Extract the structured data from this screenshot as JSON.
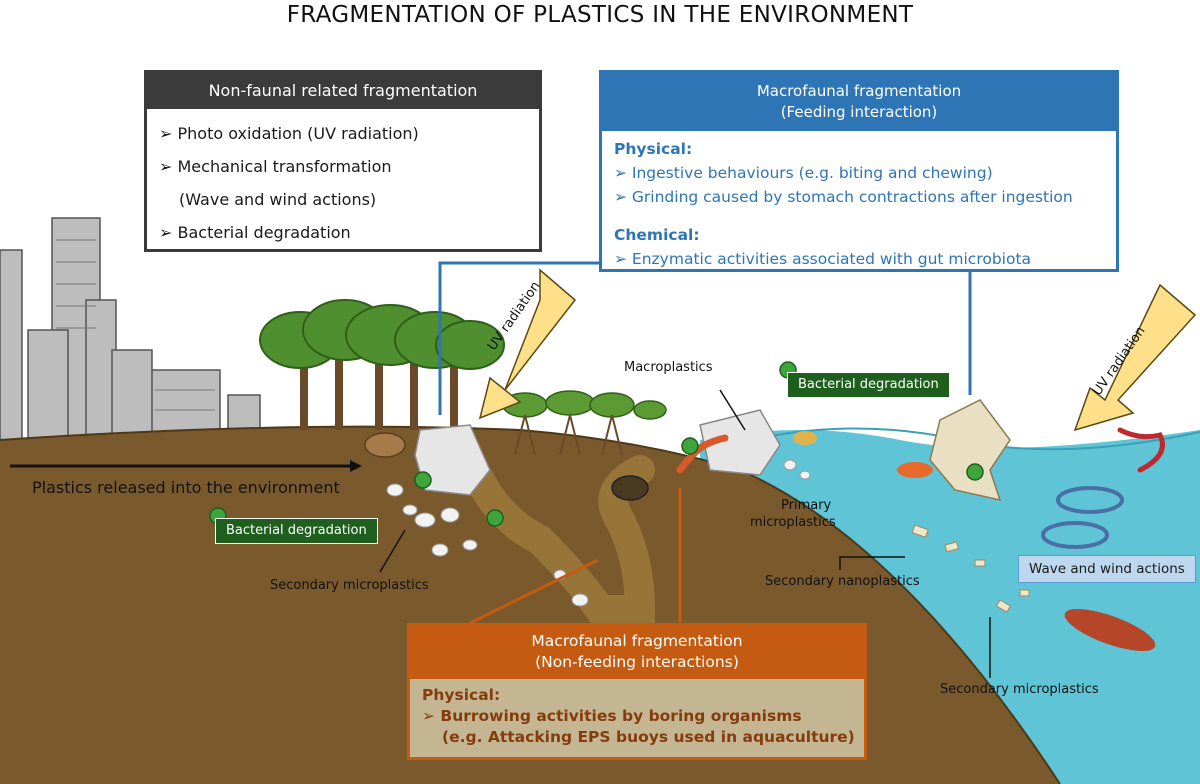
{
  "title": "FRAGMENTATION OF PLASTICS IN THE ENVIRONMENT",
  "non_faunal": {
    "heading": "Non-faunal related fragmentation",
    "items": [
      "➢  Photo oxidation  (UV radiation)",
      "➢  Mechanical transformation",
      "(Wave and wind actions)",
      "➢  Bacterial degradation"
    ]
  },
  "feeding": {
    "heading_line1": "Macrofaunal fragmentation",
    "heading_line2": "(Feeding interaction)",
    "physical_label": "Physical:",
    "physical_items": [
      "➢  Ingestive behaviours (e.g. biting and chewing)",
      "➢  Grinding caused by stomach contractions after ingestion"
    ],
    "chemical_label": "Chemical:",
    "chemical_items": [
      "➢  Enzymatic activities associated with gut microbiota"
    ]
  },
  "non_feeding": {
    "heading_line1": "Macrofaunal fragmentation",
    "heading_line2": "(Non-feeding interactions)",
    "physical_label": "Physical:",
    "items": [
      "➢  Burrowing activities by boring organisms",
      "(e.g. Attacking EPS buoys used in aquaculture)"
    ]
  },
  "labels": {
    "plastics_released": "Plastics released into the environment",
    "bacterial_left": "Bacterial degradation",
    "bacterial_right": "Bacterial degradation",
    "secondary_micro_left": "Secondary microplastics",
    "macroplastics": "Macroplastics",
    "primary_micro_1": "Primary",
    "primary_micro_2": "microplastics",
    "secondary_nano": "Secondary nanoplastics",
    "wave_wind": "Wave and wind actions",
    "secondary_micro_right": "Secondary microplastics",
    "uv_left": "UV radiation",
    "uv_right": "UV radiation"
  },
  "colors": {
    "ground": "#7a5a2c",
    "water": "#5ec4d6",
    "feeding_blue": "#2e75b6",
    "nonfeeding_orange": "#c55a11",
    "bacteria_green": "#1e5f1e",
    "uv_yellow": "#ffe08a"
  }
}
